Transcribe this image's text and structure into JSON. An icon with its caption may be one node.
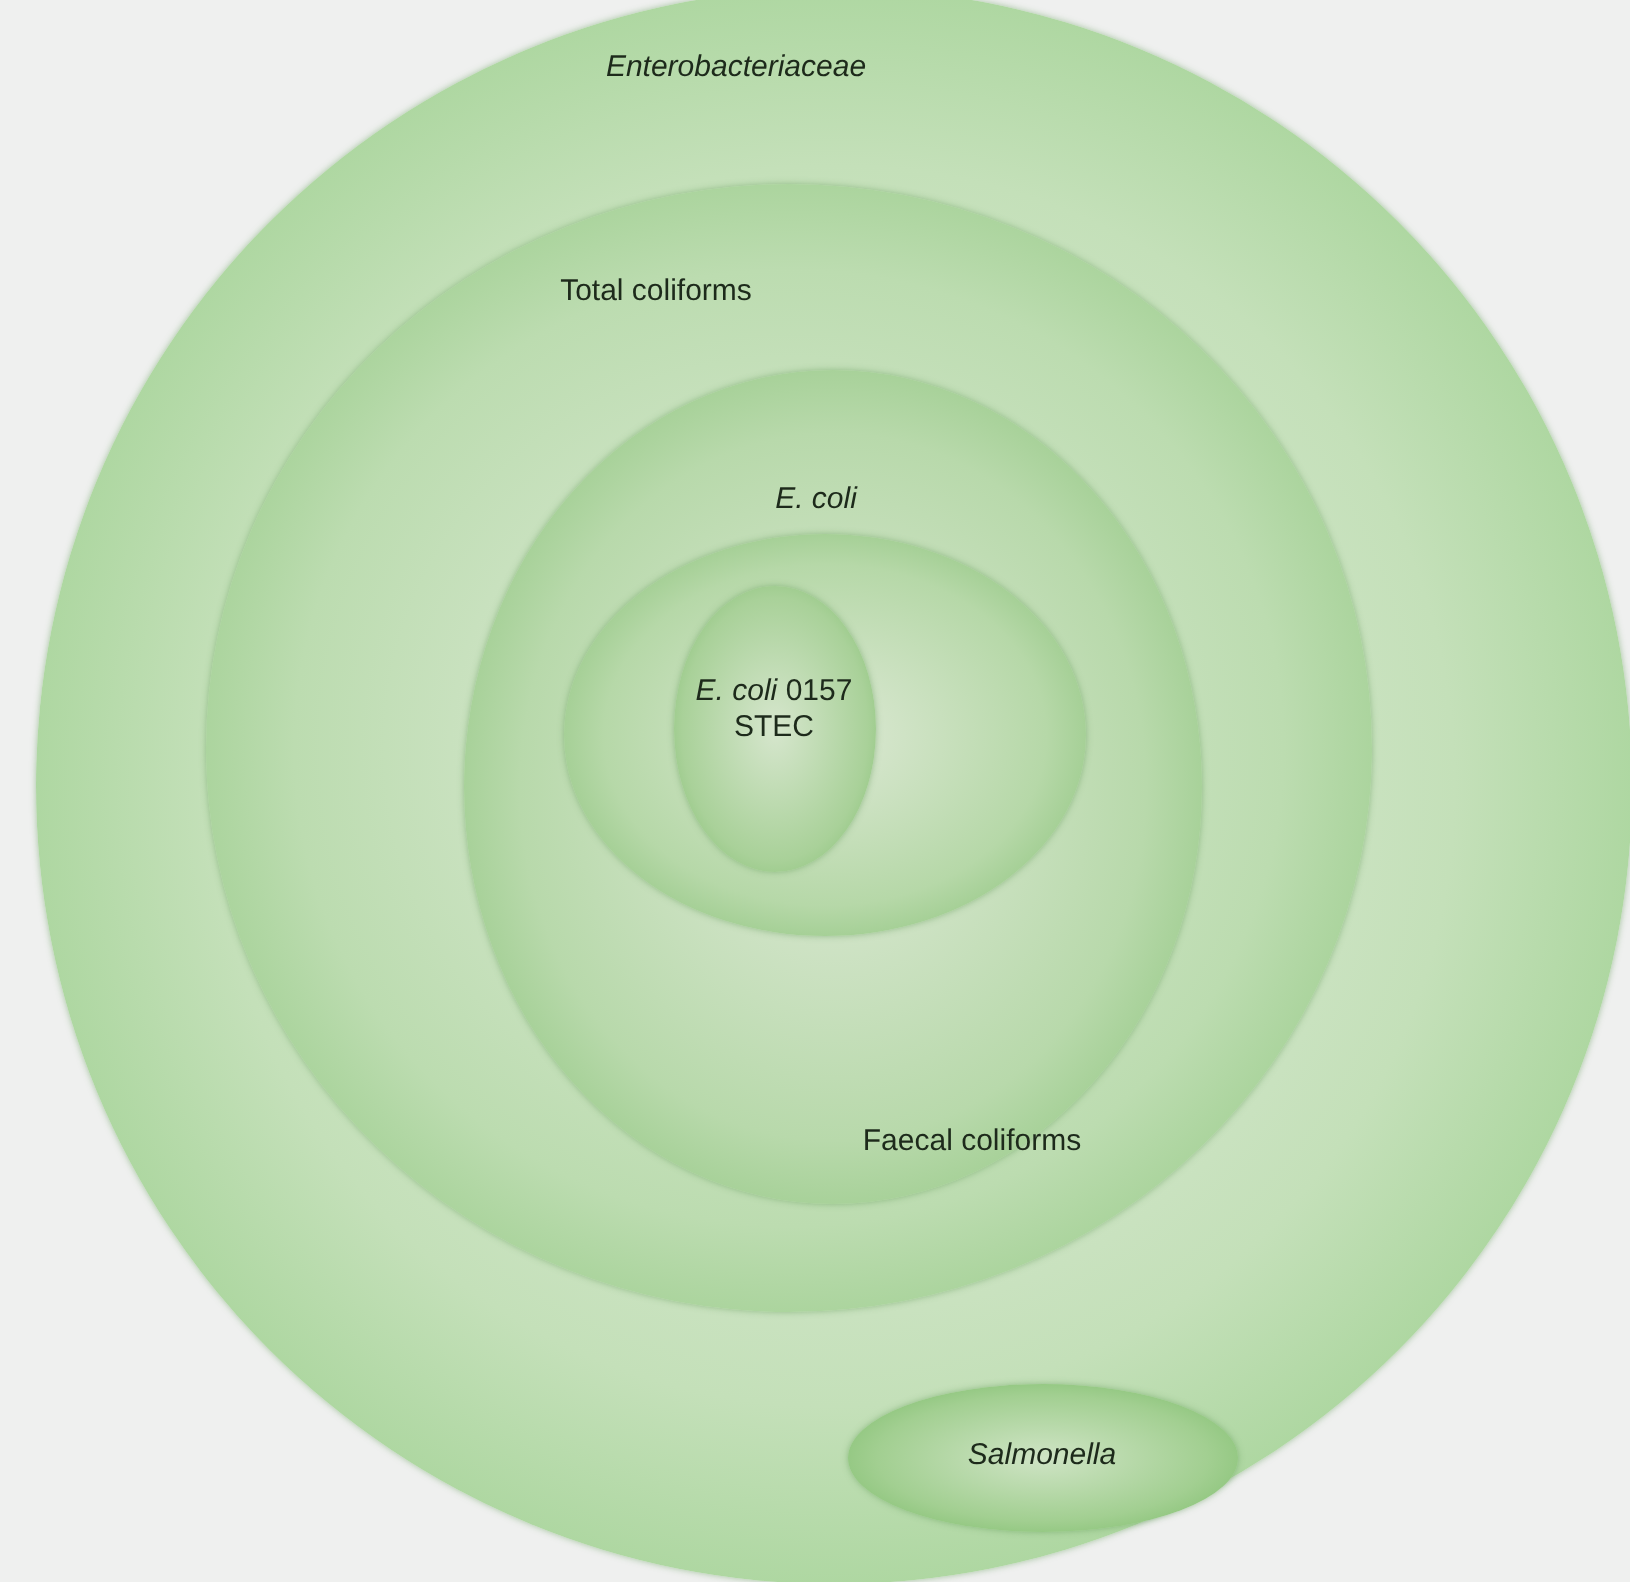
{
  "diagram": {
    "nodes": [
      {
        "text": [
          "Enterobacteriaceae"
        ]
      },
      {
        "text": [
          "Total coliforms"
        ],
        "in": 0
      },
      {
        "text": [
          "Faecal coliforms"
        ],
        "in": 1
      },
      {
        "text": [
          "E. coli"
        ],
        "in": 2
      },
      {
        "text": [
          "*E. coli* 0157 STEC"
        ],
        "in": 3
      },
      {
        "text": [
          "Salmonella"
        ],
        "in": 0
      }
    ]
  }
}
